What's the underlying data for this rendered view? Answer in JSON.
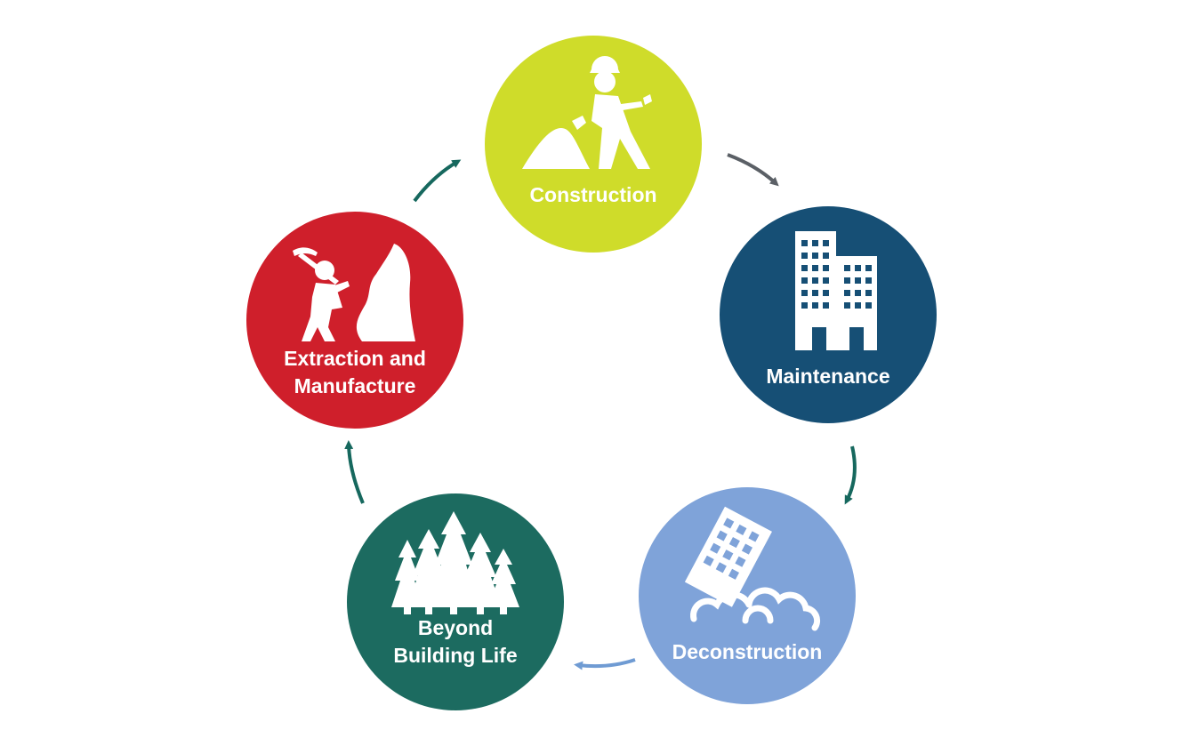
{
  "stages": {
    "construction": {
      "label": "Construction",
      "color": "#cfdc2a",
      "icon": "worker-shoveling-icon"
    },
    "maintenance": {
      "label": "Maintenance",
      "color": "#164f75",
      "icon": "buildings-icon"
    },
    "deconstruction": {
      "label": "Deconstruction",
      "color": "#7fa3d9",
      "icon": "collapsing-building-icon"
    },
    "beyond": {
      "label_line1": "Beyond",
      "label_line2": "Building Life",
      "color": "#1c6b60",
      "icon": "forest-icon"
    },
    "extraction": {
      "label_line1": "Extraction and",
      "label_line2": "Manufacture",
      "color": "#cf1f2b",
      "icon": "miner-pickaxe-icon"
    }
  },
  "arrows": {
    "construction_to_maintenance": {
      "color": "#5b6066",
      "icon": "curved-arrow-icon"
    },
    "maintenance_to_deconstruction": {
      "color": "#16685e",
      "icon": "curved-arrow-icon"
    },
    "deconstruction_to_beyond": {
      "color": "#6f9bd3",
      "icon": "curved-arrow-icon"
    },
    "beyond_to_extraction": {
      "color": "#16685e",
      "icon": "curved-arrow-icon"
    },
    "extraction_to_construction": {
      "color": "#16685e",
      "icon": "curved-arrow-icon"
    }
  }
}
